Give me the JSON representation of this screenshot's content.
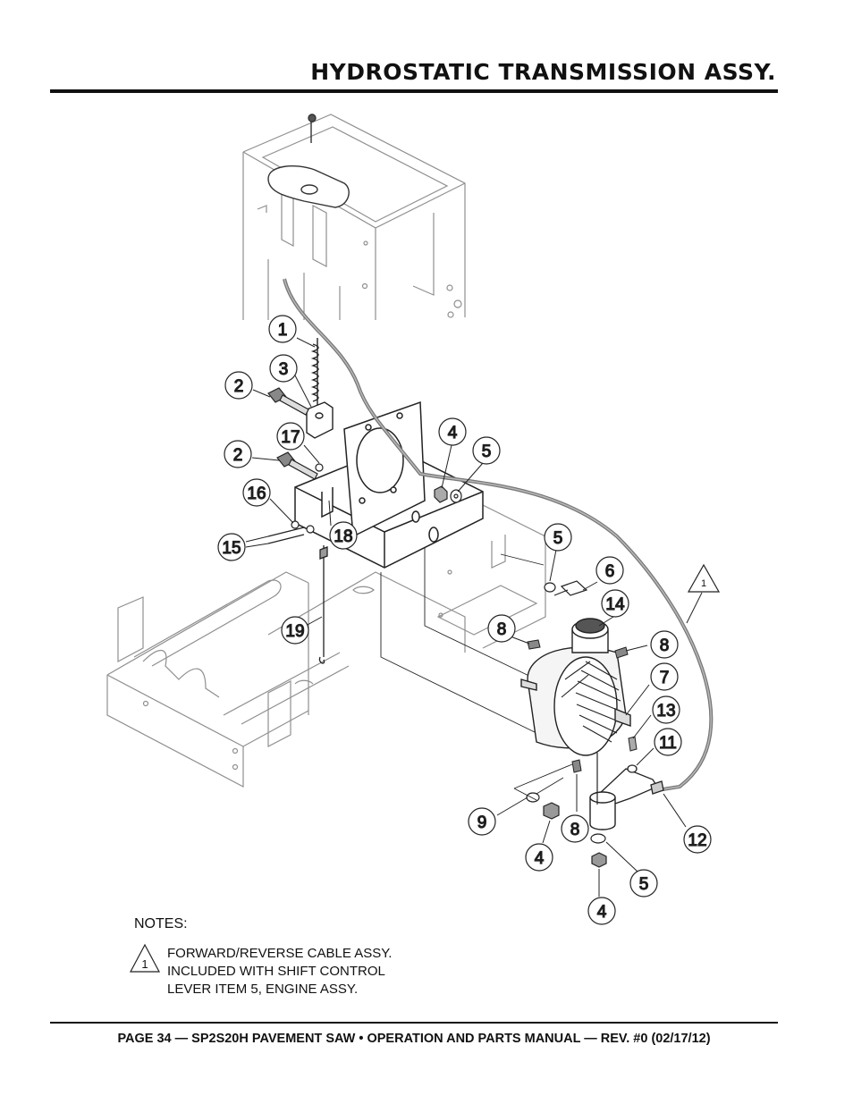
{
  "header": {
    "title": "HYDROSTATIC TRANSMISSION ASSY."
  },
  "diagram": {
    "callouts": [
      "1",
      "3",
      "2",
      "17",
      "2",
      "16",
      "15",
      "18",
      "4",
      "5",
      "5",
      "6",
      "14",
      "8",
      "8",
      "7",
      "13",
      "11",
      "19",
      "9",
      "4",
      "8",
      "12",
      "5",
      "4"
    ],
    "note_marker": "1"
  },
  "notes": {
    "label": "NOTES:",
    "marker": "1",
    "lines": [
      "FORWARD/REVERSE CABLE ASSY.",
      "INCLUDED WITH SHIFT CONTROL",
      "LEVER ITEM 5, ENGINE ASSY."
    ]
  },
  "footer": {
    "text": "PAGE 34 — SP2S20H PAVEMENT SAW • OPERATION AND PARTS MANUAL — REV. #0 (02/17/12)"
  }
}
